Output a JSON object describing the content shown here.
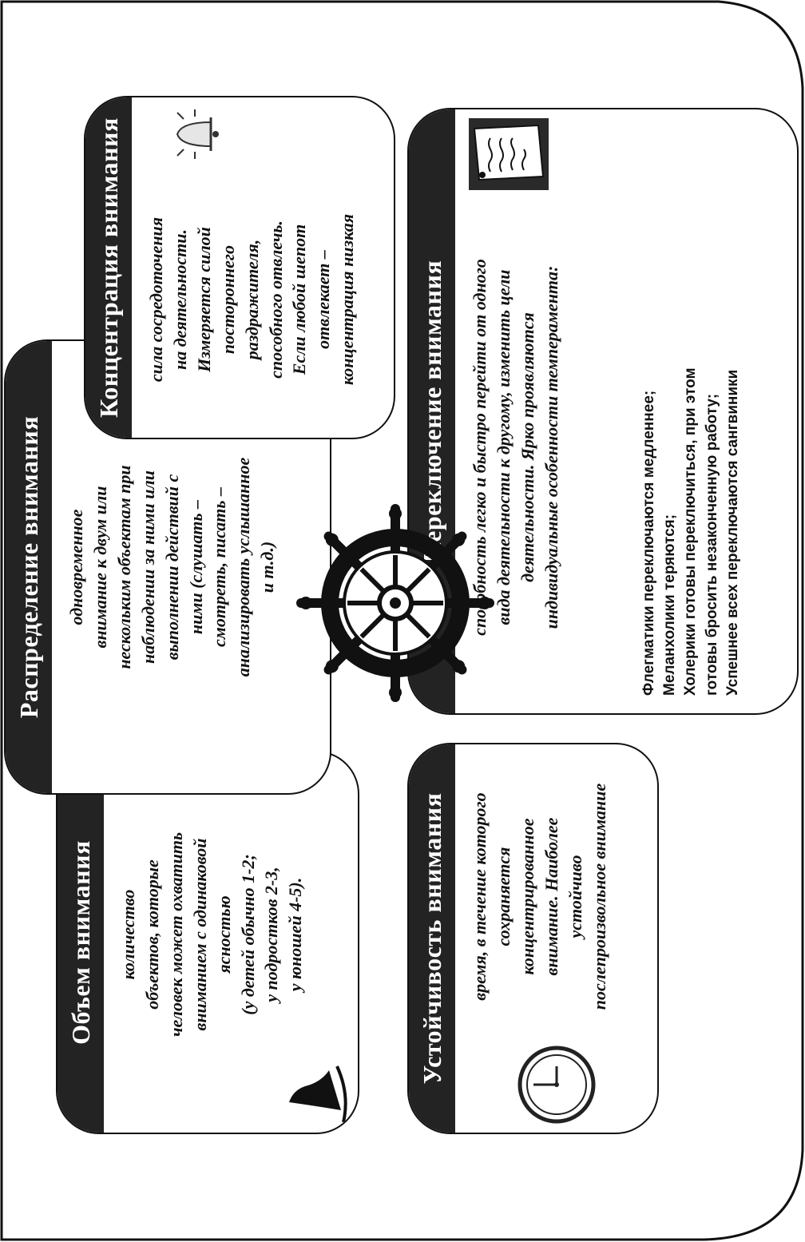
{
  "cards": {
    "volume": {
      "title": "Объем внимания",
      "lines": [
        "количество",
        "объектов, которые",
        "человек может охватить",
        "вниманием с одинаковой",
        "ясностью",
        "(у детей обычно 1-2;",
        "у подростков 2-3,",
        "у юношей 4-5)."
      ]
    },
    "distribution": {
      "title": "Распределение внимания",
      "lines": [
        "одновременное",
        "внимание к двум или",
        "нескольким объектам при",
        "наблюдении за ними или",
        "выполнении действий с",
        "ними (слушать –",
        "смотреть, писать –",
        "анализировать услышанное",
        "и т.д.)"
      ]
    },
    "concentration": {
      "title": "Концентрация внимания",
      "lines": [
        "сила сосредоточения",
        "на деятельности.",
        "Измеряется силой",
        "постороннего",
        "раздражителя,",
        "способного отвлечь.",
        "Если любой шепот",
        "отвлекает –",
        "концентрация низкая"
      ]
    },
    "stability": {
      "title": "Устойчивость внимания",
      "lines": [
        "время, в течение которого",
        "сохраняется",
        "концентрированное",
        "внимание. Наиболее",
        "устойчиво",
        "послепроизвольное внимание"
      ]
    },
    "switching": {
      "title": "Переключение внимания",
      "lines": [
        "способность легко и быстро перейти от одного",
        "вида деятельности к другому, изменить цели",
        "деятельности. Ярко проявляются",
        "индивидуальные особенности темперамента:"
      ],
      "notes": [
        "Флегматики переключаются медленнее;",
        "Меланхолики теряются;",
        "Холерики готовы переключиться, при этом",
        "готовы бросить незаконченную работу;",
        "Успешнее всех переключаются сангвиники"
      ]
    }
  },
  "icons": [
    "ship-wheel-icon",
    "sail-icon",
    "clock-icon",
    "bell-icon",
    "note-paper-icon"
  ],
  "colors": {
    "title_bg": "#232323",
    "title_text": "#ffffff",
    "border": "#111111"
  }
}
